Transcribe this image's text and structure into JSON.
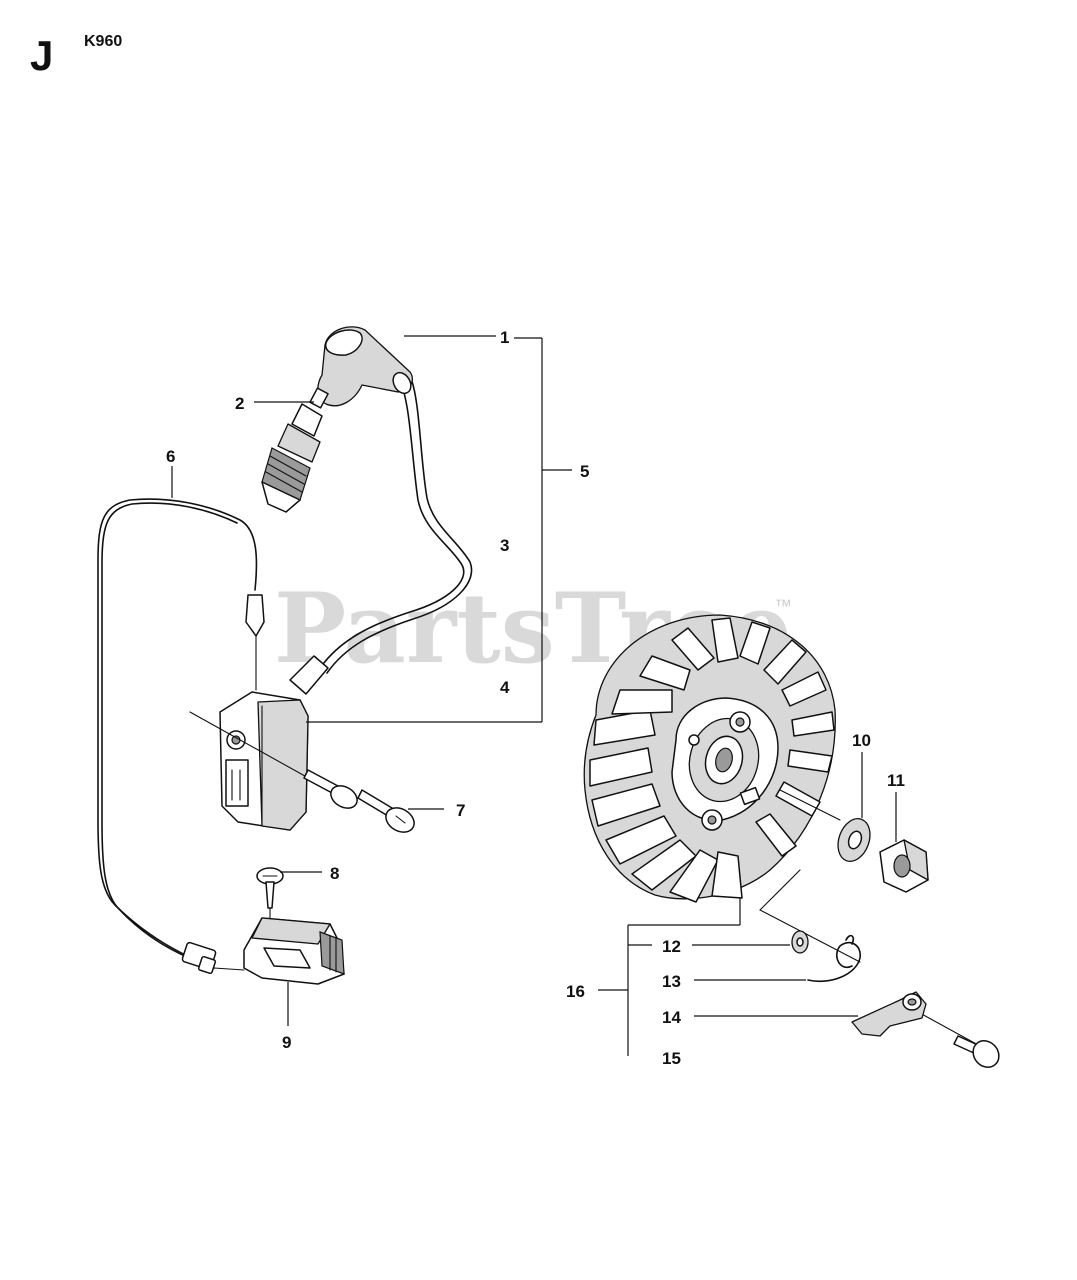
{
  "header": {
    "section_letter": "J",
    "model": "K960"
  },
  "watermark": {
    "text": "PartsTree",
    "trademark": "™",
    "color": "#d9d9d9"
  },
  "callouts": {
    "c1": "1",
    "c2": "2",
    "c3": "3",
    "c4": "4",
    "c5": "5",
    "c6": "6",
    "c7": "7",
    "c8": "8",
    "c9": "9",
    "c10": "10",
    "c11": "11",
    "c12": "12",
    "c13": "13",
    "c14": "14",
    "c15": "15",
    "c16": "16"
  }
}
